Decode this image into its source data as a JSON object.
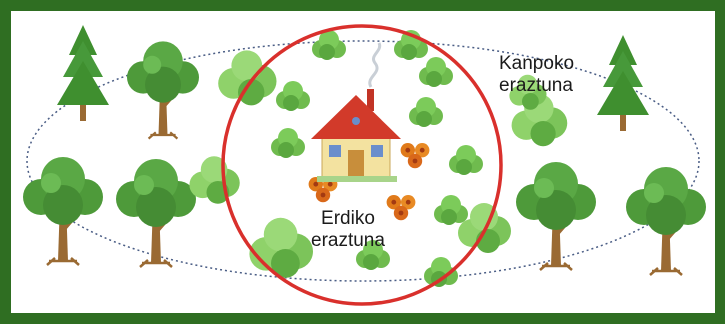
{
  "labels": {
    "outer_line1": "Kanpoko",
    "outer_line2": "eraztuna",
    "inner_line1": "Erdiko",
    "inner_line2": "eraztuna"
  },
  "colors": {
    "frame": "#2f6e22",
    "background": "#ffffff",
    "inner_ring": "#d9302c",
    "outer_ring": "#4a5d85",
    "bush": "#6fbb4e",
    "bush_dark": "#3f8f2f",
    "tree_foliage": "#4e9a3a",
    "pine": "#3f8f2f",
    "trunk": "#9a6a33",
    "flower": "#e07a1a",
    "house_wall": "#f3e2a0",
    "house_roof": "#d23a2a"
  }
}
